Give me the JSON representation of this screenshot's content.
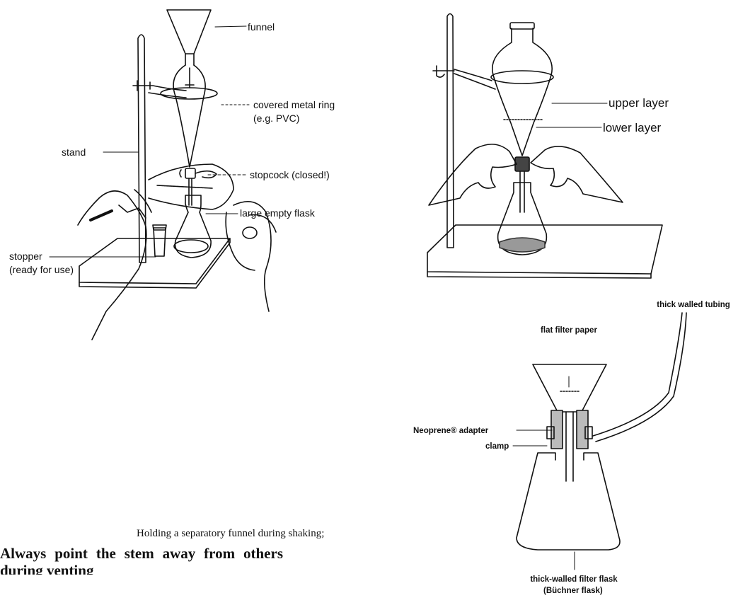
{
  "panels": {
    "setup": {
      "labels": {
        "funnel": "funnel",
        "ring": "covered metal ring",
        "ring_note": "(e.g. PVC)",
        "stand": "stand",
        "stopcock": "stopcock (closed!)",
        "flask": "large empty flask",
        "stopper": "stopper",
        "stopper_note": "(ready for use)"
      }
    },
    "draining": {
      "labels": {
        "upper": "upper layer",
        "lower": "lower layer"
      }
    },
    "shaking": {
      "caption": "Holding a separatory funnel during shaking;",
      "warning_line1": "Always point the stem away from others",
      "warning_line2": "during venting"
    },
    "filtration": {
      "labels": {
        "tubing": "thick walled tubing",
        "paper": "flat filter paper",
        "adapter": "Neoprene® adapter",
        "clamp": "clamp",
        "flask": "thick-walled filter flask",
        "flask_note": "(Büchner flask)"
      }
    }
  }
}
